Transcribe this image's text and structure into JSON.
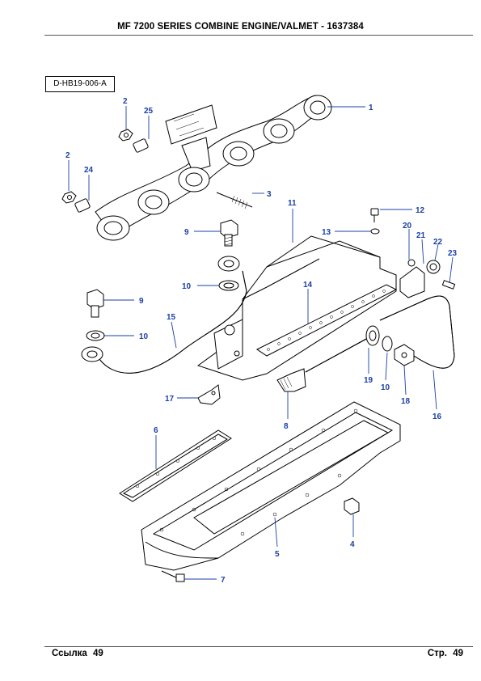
{
  "header": {
    "title": "MF 7200 SERIES COMBINE ENGINE/VALMET - 1637384"
  },
  "diagram": {
    "code": "D-HB19-006-A"
  },
  "callouts": [
    "1",
    "2",
    "25",
    "2",
    "24",
    "3",
    "11",
    "12",
    "13",
    "20",
    "21",
    "22",
    "23",
    "9",
    "10",
    "14",
    "9",
    "10",
    "15",
    "19",
    "10",
    "18",
    "16",
    "17",
    "8",
    "6",
    "4",
    "5",
    "7"
  ],
  "footer": {
    "left_label": "Ссылка",
    "left_value": "49",
    "right_label": "Стр.",
    "right_value": "49"
  },
  "colors": {
    "callout": "#1a3fa6",
    "line": "#000000"
  }
}
